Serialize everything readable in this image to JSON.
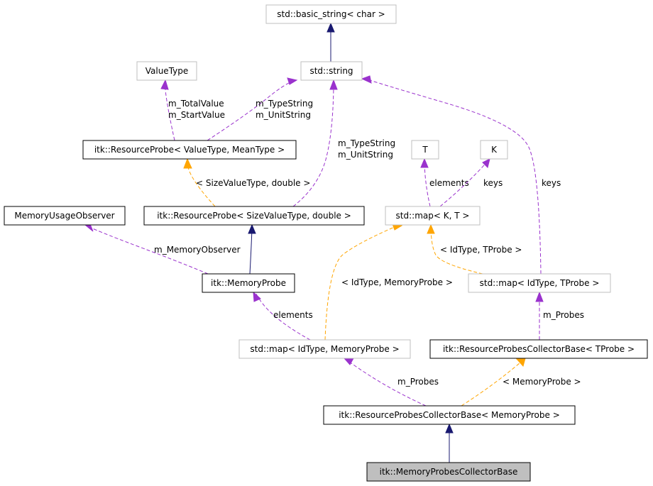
{
  "diagram": {
    "nodes": [
      {
        "id": "basic_string",
        "label": "std::basic_string< char >",
        "style": "external"
      },
      {
        "id": "std_string",
        "label": "std::string",
        "style": "external"
      },
      {
        "id": "value_type",
        "label": "ValueType",
        "style": "external"
      },
      {
        "id": "resprobe_vm",
        "label": "itk::ResourceProbe< ValueType, MeanType >",
        "style": "class"
      },
      {
        "id": "resprobe_sv",
        "label": "itk::ResourceProbe< SizeValueType, double >",
        "style": "class"
      },
      {
        "id": "mem_usage_obs",
        "label": "MemoryUsageObserver",
        "style": "class"
      },
      {
        "id": "memory_probe",
        "label": "itk::MemoryProbe",
        "style": "class"
      },
      {
        "id": "t_node",
        "label": "T",
        "style": "external"
      },
      {
        "id": "k_node",
        "label": "K",
        "style": "external"
      },
      {
        "id": "map_kt",
        "label": "std::map< K, T >",
        "style": "external"
      },
      {
        "id": "map_idtprobe",
        "label": "std::map< IdType, TProbe >",
        "style": "external"
      },
      {
        "id": "map_idmem",
        "label": "std::map< IdType, MemoryProbe >",
        "style": "external"
      },
      {
        "id": "rpcb_tprobe",
        "label": "itk::ResourceProbesCollectorBase< TProbe >",
        "style": "class"
      },
      {
        "id": "rpcb_mem",
        "label": "itk::ResourceProbesCollectorBase< MemoryProbe >",
        "style": "class"
      },
      {
        "id": "mpcb",
        "label": "itk::MemoryProbesCollectorBase",
        "style": "focus"
      }
    ],
    "edges": [
      {
        "from": "std_string",
        "to": "basic_string",
        "kind": "inherit",
        "labels": []
      },
      {
        "from": "resprobe_vm",
        "to": "value_type",
        "kind": "usage",
        "labels": [
          "m_TotalValue",
          "m_StartValue"
        ]
      },
      {
        "from": "resprobe_vm",
        "to": "std_string",
        "kind": "usage",
        "labels": [
          "m_TypeString",
          "m_UnitString"
        ]
      },
      {
        "from": "resprobe_sv",
        "to": "resprobe_vm",
        "kind": "template",
        "labels": [
          "< SizeValueType, double >"
        ]
      },
      {
        "from": "resprobe_sv",
        "to": "std_string",
        "kind": "usage",
        "labels": [
          "m_TypeString",
          "m_UnitString"
        ]
      },
      {
        "from": "memory_probe",
        "to": "resprobe_sv",
        "kind": "inherit",
        "labels": []
      },
      {
        "from": "memory_probe",
        "to": "mem_usage_obs",
        "kind": "usage",
        "labels": [
          "m_MemoryObserver"
        ]
      },
      {
        "from": "map_kt",
        "to": "t_node",
        "kind": "usage",
        "labels": [
          "elements"
        ]
      },
      {
        "from": "map_kt",
        "to": "k_node",
        "kind": "usage",
        "labels": [
          "keys"
        ]
      },
      {
        "from": "map_idtprobe",
        "to": "std_string",
        "kind": "usage",
        "labels": [
          "keys"
        ]
      },
      {
        "from": "map_idtprobe",
        "to": "map_kt",
        "kind": "template",
        "labels": [
          "< IdType, TProbe >"
        ]
      },
      {
        "from": "map_idmem",
        "to": "map_kt",
        "kind": "template",
        "labels": [
          "< IdType, MemoryProbe >"
        ]
      },
      {
        "from": "map_idmem",
        "to": "memory_probe",
        "kind": "usage",
        "labels": [
          "elements"
        ]
      },
      {
        "from": "rpcb_tprobe",
        "to": "map_idtprobe",
        "kind": "usage",
        "labels": [
          "m_Probes"
        ]
      },
      {
        "from": "rpcb_mem",
        "to": "map_idmem",
        "kind": "usage",
        "labels": [
          "m_Probes"
        ]
      },
      {
        "from": "rpcb_mem",
        "to": "rpcb_tprobe",
        "kind": "template",
        "labels": [
          "< MemoryProbe >"
        ]
      },
      {
        "from": "mpcb",
        "to": "rpcb_mem",
        "kind": "inherit",
        "labels": []
      }
    ]
  },
  "colors": {
    "inherit": "#191970",
    "usage": "#9a32cd",
    "template": "#ffa500",
    "class_border": "#000000",
    "external_border": "#bfbfbf",
    "focus_fill": "#bfbfbf"
  }
}
